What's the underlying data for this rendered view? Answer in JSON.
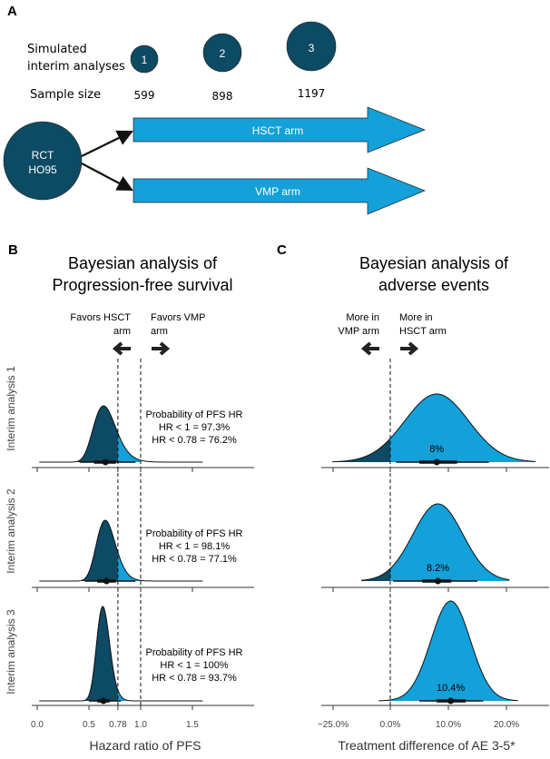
{
  "colors": {
    "dark": "#0d4a63",
    "light": "#14a0d8",
    "arrow": "#111111"
  },
  "panel_a": {
    "label": "A",
    "simulated_label_1": "Simulated",
    "simulated_label_2": "interim analyses",
    "sample_size_label": "Sample size",
    "analyses": [
      {
        "number": "1",
        "sample_size": "599"
      },
      {
        "number": "2",
        "sample_size": "898"
      },
      {
        "number": "3",
        "sample_size": "1197"
      }
    ],
    "rct_line1": "RCT",
    "rct_line2": "HO95",
    "arm1": "HSCT arm",
    "arm2": "VMP arm"
  },
  "chart_data": [
    {
      "panel_label": "B",
      "type": "area",
      "title_line1": "Bayesian analysis of",
      "title_line2": "Progression-free survival",
      "xlabel": "Hazard ratio of PFS",
      "xlim": [
        0.0,
        2.1
      ],
      "ticks": [
        0.0,
        0.5,
        0.78,
        1.0,
        1.5
      ],
      "tick_labels": [
        "0.0",
        "0.5",
        "0.78",
        "1.0",
        "1.5"
      ],
      "reference_lines": [
        0.78,
        1.0
      ],
      "direction_left_1": "Favors HSCT",
      "direction_left_2": "arm",
      "direction_right_1": "Favors VMP",
      "direction_right_2": "arm",
      "facets": [
        {
          "label": "Interim analysis 1",
          "median": 0.66,
          "log_sd": 0.17,
          "interval_95": [
            0.41,
            0.95
          ],
          "interval_66": [
            0.55,
            0.76
          ],
          "point": 0.66,
          "annotation": [
            "Probability of PFS HR",
            "HR < 1 = 97.3%",
            "HR < 0.78 = 76.2%"
          ]
        },
        {
          "label": "Interim analysis 2",
          "median": 0.67,
          "log_sd": 0.14,
          "interval_95": [
            0.46,
            0.95
          ],
          "interval_66": [
            0.58,
            0.76
          ],
          "point": 0.67,
          "annotation": [
            "Probability of PFS HR",
            "HR < 1 = 98.1%",
            "HR < 0.78 = 77.1%"
          ]
        },
        {
          "label": "Interim analysis 3",
          "median": 0.64,
          "log_sd": 0.1,
          "interval_95": [
            0.5,
            0.81
          ],
          "interval_66": [
            0.58,
            0.7
          ],
          "point": 0.64,
          "annotation": [
            "Probability of PFS HR",
            "HR < 1 = 100%",
            "HR < 0.78 = 93.7%"
          ]
        }
      ]
    },
    {
      "panel_label": "C",
      "type": "area",
      "title_line1": "Bayesian analysis of",
      "title_line2": "adverse events",
      "xlabel": "Treatment difference of AE 3-5*",
      "tick_labels": [
        "−25.0%",
        "0.0%",
        "10.0%",
        "20.0%"
      ],
      "xlim": [
        -13,
        27
      ],
      "reference_lines": [
        0
      ],
      "direction_left_1": "More in",
      "direction_left_2": "VMP arm",
      "direction_right_1": "More in",
      "direction_right_2": "HSCT arm",
      "facets": [
        {
          "label": "",
          "mean": 8,
          "sd": 5.5,
          "interval_95": [
            1,
            17
          ],
          "interval_66": [
            5,
            11.5
          ],
          "point": 8,
          "point_label": "8%"
        },
        {
          "label": "",
          "mean": 8.2,
          "sd": 4.3,
          "interval_95": [
            0.5,
            15
          ],
          "interval_66": [
            5.5,
            10.5
          ],
          "point": 8.2,
          "point_label": "8.2%"
        },
        {
          "label": "",
          "mean": 10.4,
          "sd": 3.4,
          "interval_95": [
            5,
            16
          ],
          "interval_66": [
            8,
            13
          ],
          "point": 10.4,
          "point_label": "10.4%"
        }
      ]
    }
  ]
}
